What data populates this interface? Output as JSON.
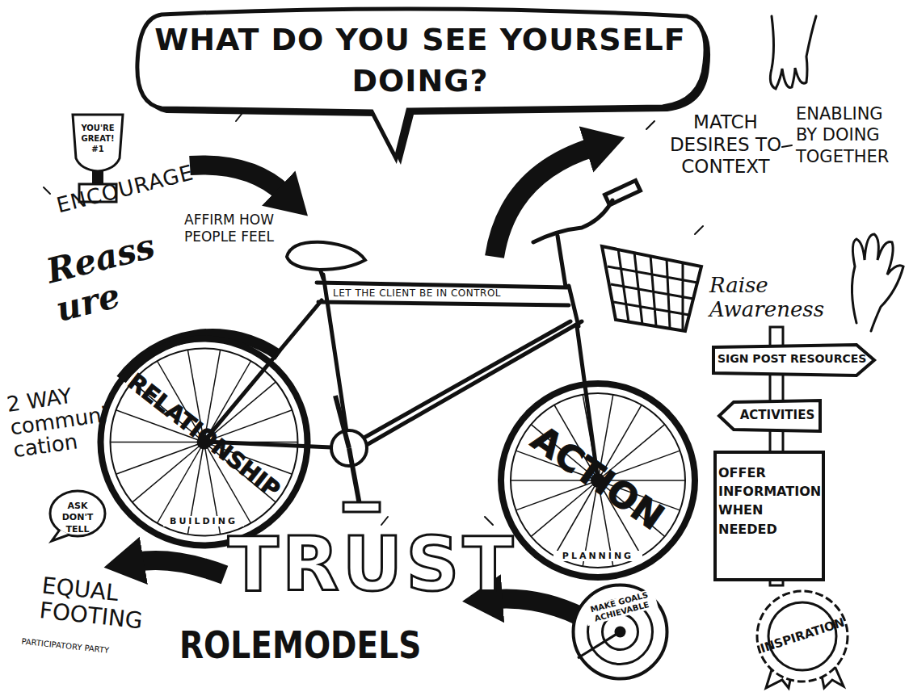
{
  "diagram": {
    "nodes": [
      {
        "text": [
          "WHAT DO YOU SEE YOURSELF DOING?"
        ]
      },
      {
        "text": [
          "YOU'RE GREAT! #1"
        ]
      },
      {
        "text": [
          "RELATIONSHIP",
          "BUILDING"
        ]
      },
      {
        "text": [
          "ACTION",
          "PLANNING"
        ]
      },
      {
        "text": [
          "ASK DON'T TELL"
        ]
      },
      {
        "text": [
          "SIGN POST RESOURCES"
        ]
      },
      {
        "text": [
          "ACTIVITIES"
        ]
      },
      {
        "text": [
          "OFFER INFORMATION WHEN NEEDED"
        ]
      },
      {
        "text": [
          "MAKE GOALS ACHIEVABLE"
        ]
      },
      {
        "text": [
          "INSPIRATION"
        ]
      }
    ],
    "labels": [
      "ENCOURAGE",
      "Reassure",
      "AFFIRM HOW PEOPLE FEEL",
      "LET THE CLIENT BE IN CONTROL",
      "MATCH DESIRES TO CONTEXT",
      "ENABLING BY DOING TOGETHER",
      "Raise Awareness",
      "2 WAY communication",
      "EQUAL FOOTING",
      "PARTICIPATORY PARTY",
      "TRUST",
      "ROLEMODELS"
    ]
  }
}
